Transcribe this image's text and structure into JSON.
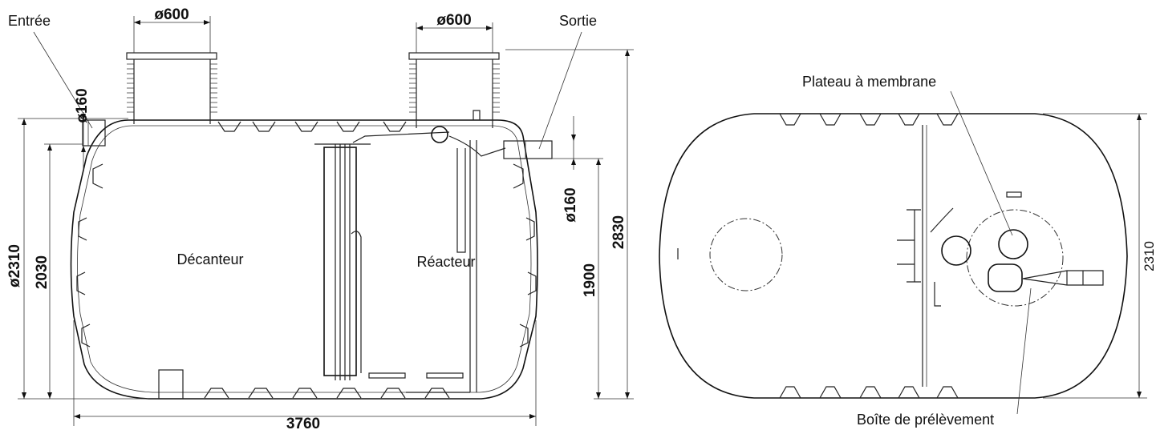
{
  "side_view": {
    "inlet_label": "Entrée",
    "outlet_label": "Sortie",
    "chamber_left_label": "Décanteur",
    "chamber_right_label": "Réacteur",
    "dims": {
      "riser_left": "ø600",
      "riser_right": "ø600",
      "inlet_pipe": "ø160",
      "outlet_pipe": "ø160",
      "tank_diameter": "ø2310",
      "inlet_height": "2030",
      "outlet_height": "1900",
      "overall_height": "2830",
      "overall_length": "3760"
    }
  },
  "top_view": {
    "membrane_label": "Plateau à membrane",
    "sampling_label": "Boîte de prélèvement",
    "width_dim": "2310"
  }
}
